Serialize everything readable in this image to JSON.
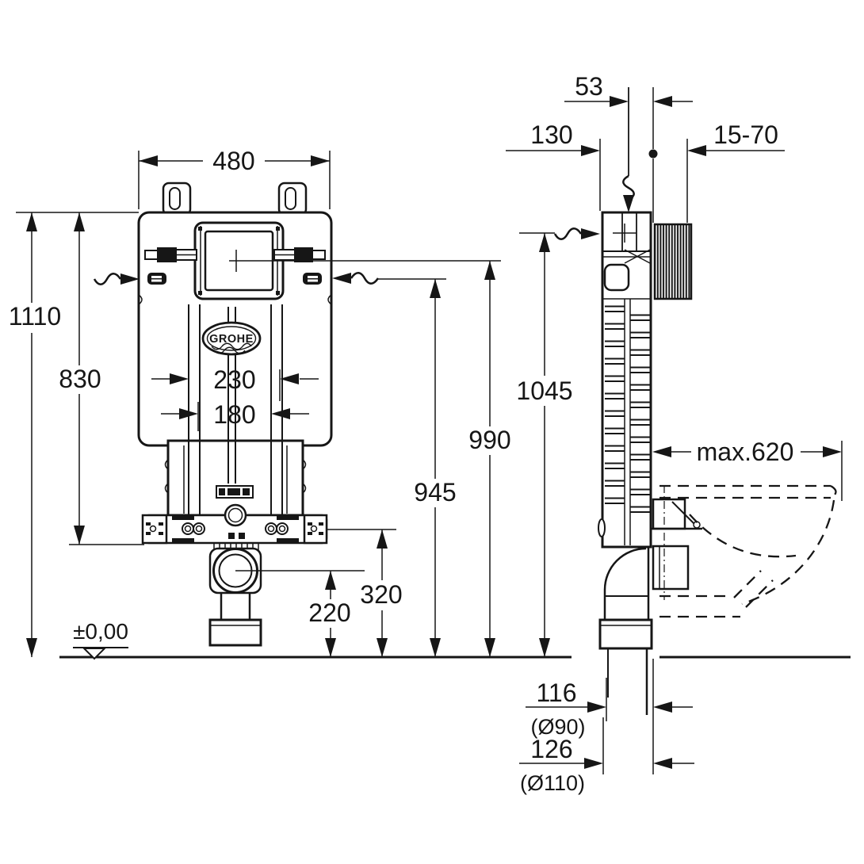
{
  "drawing_type": "installation dimensional drawing",
  "brand": "GROHE",
  "front_view": {
    "width": "480",
    "overall_height": "1110",
    "frame_height": "830",
    "fixing_spacing_outer": "230",
    "fixing_spacing_inner": "180",
    "level_flush_pipe": "945",
    "level_plate_center": "990",
    "level_cistern_top": "1045",
    "bracket_height": "320",
    "drain_center_height": "220",
    "floor_datum": "±0,00"
  },
  "side_view": {
    "supply_offset": "53",
    "front_depth": "130",
    "finish_thickness_range": "15-70",
    "bowl_max_depth": "max.620",
    "drain_wall_distance_90": "116",
    "drain_pipe_90": "(Ø90)",
    "drain_wall_distance_110": "126",
    "drain_pipe_110": "(Ø110)"
  }
}
